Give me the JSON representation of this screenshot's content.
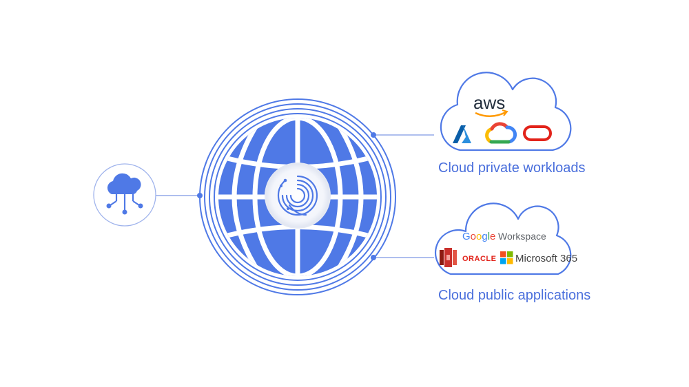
{
  "colors": {
    "accent": "#4a6fdc",
    "globe_fill": "#4f79e6",
    "ring": "#4f79e6",
    "aws_orange": "#ff9900",
    "oracle_red": "#e2231a"
  },
  "source_node": {
    "icon": "cloud-network-icon"
  },
  "hub": {
    "icon": "globe-icon",
    "center_icon": "swirl-logo-icon"
  },
  "private_cloud": {
    "label": "Cloud private workloads",
    "providers": [
      {
        "name": "aws",
        "icon": "aws-logo-icon"
      },
      {
        "name": "Azure",
        "icon": "azure-logo-icon"
      },
      {
        "name": "Google Cloud",
        "icon": "google-cloud-logo-icon"
      },
      {
        "name": "Oracle Cloud",
        "icon": "oracle-cloud-logo-icon"
      }
    ],
    "aws_text": "aws"
  },
  "public_cloud": {
    "label": "Cloud public applications",
    "google_word": "Google",
    "workspace_word": "Workspace",
    "oracle_text": "ORACLE",
    "microsoft_text": "Microsoft 365",
    "apps": [
      {
        "name": "Google Workspace",
        "icon": "google-workspace-logo-icon"
      },
      {
        "name": "Amazon Redshift",
        "icon": "aws-redshift-icon"
      },
      {
        "name": "Oracle",
        "icon": "oracle-logo-icon"
      },
      {
        "name": "Microsoft 365",
        "icon": "microsoft-logo-icon"
      }
    ]
  }
}
